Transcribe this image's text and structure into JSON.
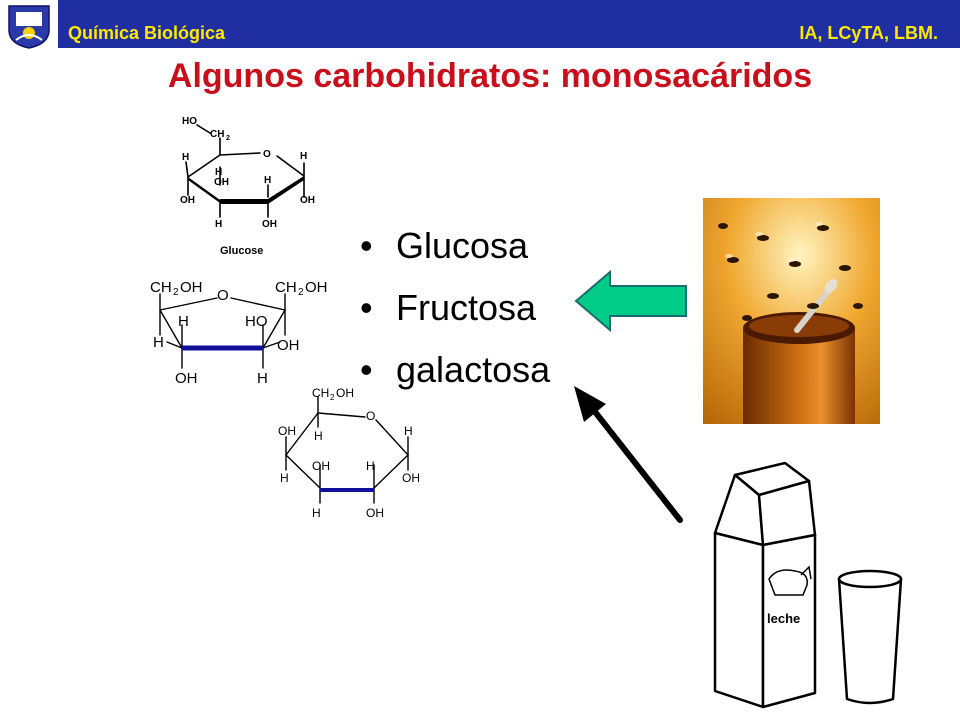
{
  "header": {
    "course": "Química Biológica",
    "institution": "IA, LCyTA, LBM."
  },
  "slide": {
    "title": "Algunos carbohidratos: monosacáridos",
    "bullets": [
      "Glucosa",
      "Fructosa",
      "galactosa"
    ]
  },
  "glucose": {
    "caption": "Glucose",
    "ho": "HO",
    "ch2": "CH",
    "two": "2",
    "o": "O",
    "h1": "H",
    "h2": "H",
    "h3": "H",
    "h4": "H",
    "h5": "H",
    "oh1": "OH",
    "oh2": "OH",
    "oh3": "OH",
    "oh4": "OH"
  },
  "fructose": {
    "ch": "CH",
    "two": "2",
    "oh_tail": "OH",
    "o": "O",
    "h1": "H",
    "ho": "HO",
    "h2": "H",
    "oh1": "OH",
    "oh2": "OH",
    "h3": "H"
  },
  "galactose": {
    "ch": "CH",
    "two": "2",
    "oh_tail": "OH",
    "o": "O",
    "oh1": "OH",
    "h1": "H",
    "h2": "H",
    "h3": "H",
    "oh2": "OH",
    "h4": "H",
    "oh3": "OH",
    "h5": "H",
    "oh4": "OH"
  },
  "milk": {
    "carton_label": "leche"
  },
  "colors": {
    "header_bg": "#1f2ea0",
    "header_text": "#ffe800",
    "title": "#c8101c",
    "arrow_green": "#00cc88",
    "ring_bond": "#10109a"
  }
}
